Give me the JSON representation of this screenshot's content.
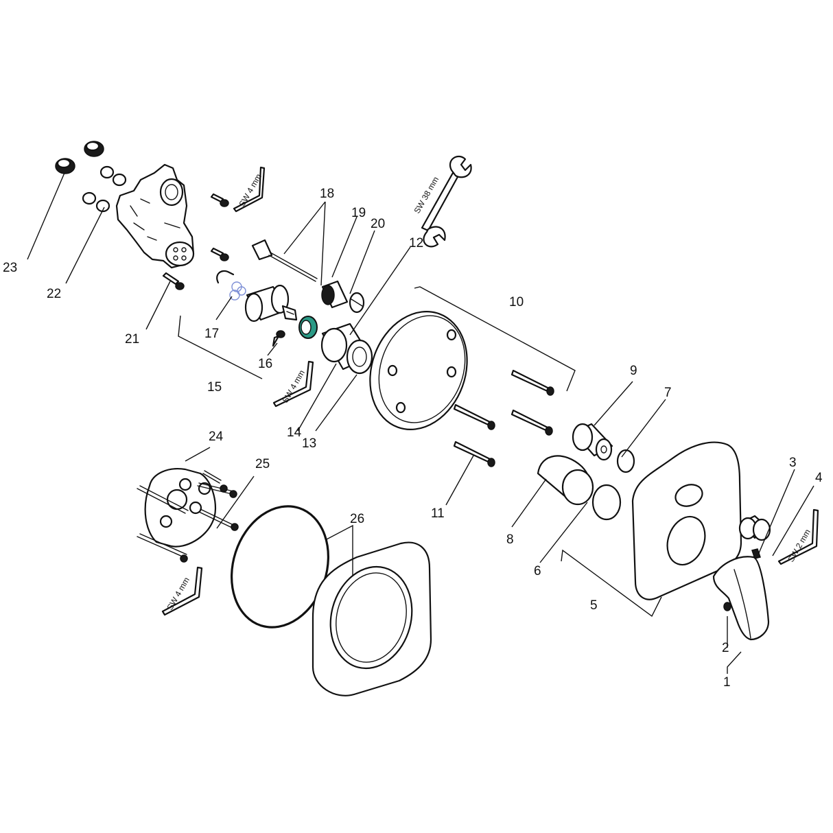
{
  "diagram": {
    "callouts": [
      "1",
      "2",
      "3",
      "4",
      "5",
      "6",
      "7",
      "8",
      "9",
      "10",
      "11",
      "12",
      "13",
      "14",
      "15",
      "16",
      "17",
      "18",
      "19",
      "20",
      "21",
      "22",
      "23",
      "24",
      "25",
      "26"
    ],
    "tool_labels": {
      "allen_top": "SW 4 mm",
      "allen_mid": "SW 4 mm",
      "allen_low": "SW 4 mm",
      "allen_small": "SW 2 mm",
      "wrench": "SW 38 mm"
    },
    "colors": {
      "line": "#111111",
      "background": "#ffffff",
      "highlight_ring": "#2a9a86",
      "seal_blue": "#7d8fd6"
    }
  }
}
